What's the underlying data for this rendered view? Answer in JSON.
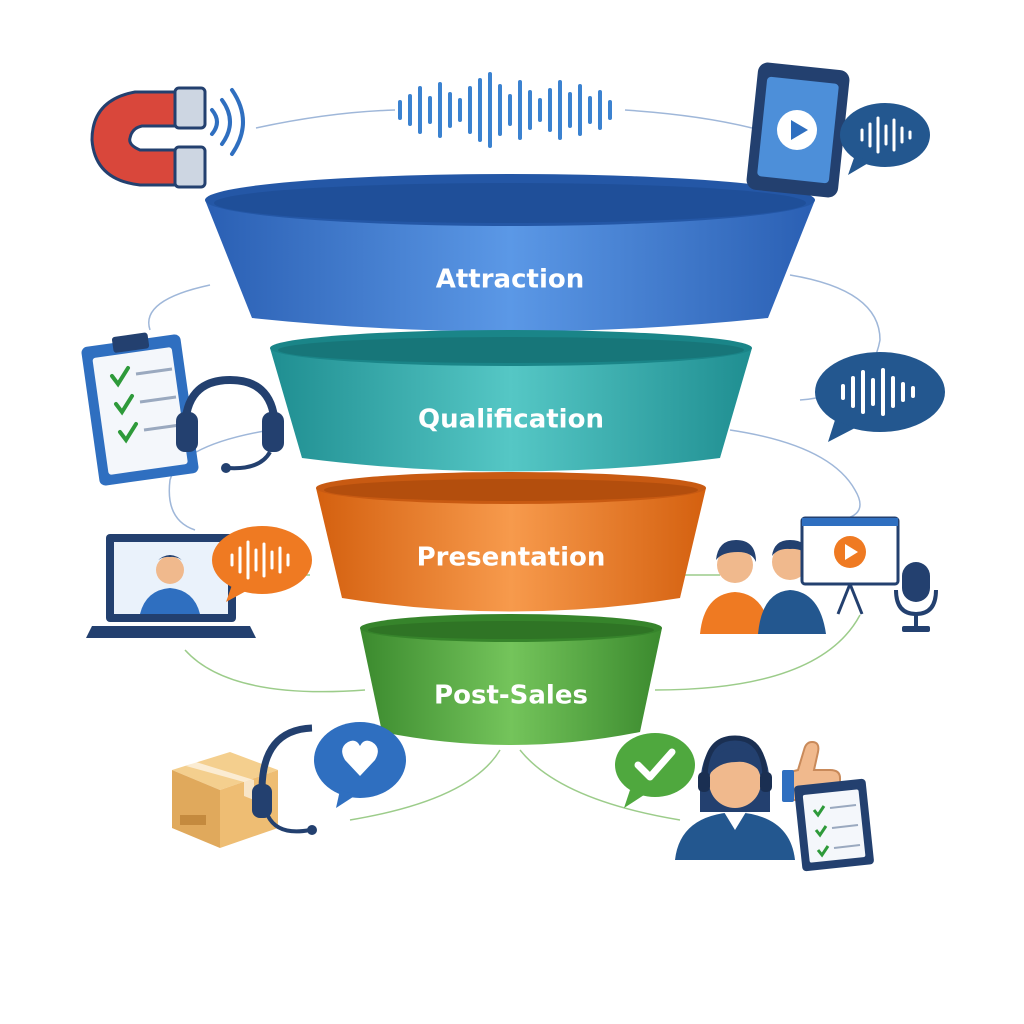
{
  "funnel": {
    "stages": [
      {
        "label": "Attraction",
        "color": "#3f7fd6",
        "dark": "#2a5fb3",
        "light": "#6aa6ee"
      },
      {
        "label": "Qualification",
        "color": "#2faeb0",
        "dark": "#1f8e91",
        "light": "#63d0cf"
      },
      {
        "label": "Presentation",
        "color": "#ef7a22",
        "dark": "#d4600f",
        "light": "#f8a054"
      },
      {
        "label": "Post-Sales",
        "color": "#4fa83e",
        "dark": "#3b8a2e",
        "light": "#7cc962"
      }
    ]
  },
  "icons": [
    "magnet-icon",
    "broadcast-waves-icon",
    "audio-waveform-icon",
    "smartphone-video-icon",
    "audio-message-bubble-icon",
    "checklist-clipboard-icon",
    "headset-icon",
    "laptop-video-call-icon",
    "two-people-icon",
    "presentation-board-icon",
    "microphone-icon",
    "shipping-box-icon",
    "heart-message-bubble-icon",
    "check-message-bubble-icon",
    "support-agent-icon",
    "thumbs-up-icon"
  ],
  "colors": {
    "navy": "#23406f",
    "blue": "#2f6fc0",
    "connector": "#9fb7d9",
    "green_connector": "#9ccc8a"
  }
}
